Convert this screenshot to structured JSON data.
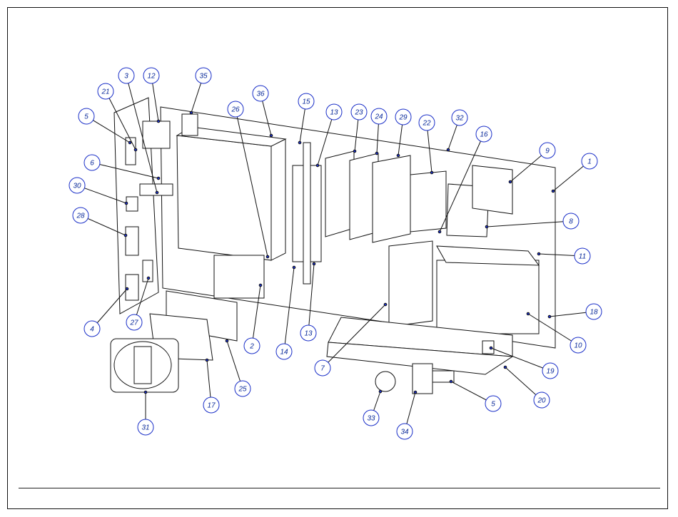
{
  "diagram": {
    "callout_color": "#1a2fc8",
    "line_color": "#111111",
    "callouts": [
      {
        "id": "c1",
        "text": "1"
      },
      {
        "id": "c2",
        "text": "2"
      },
      {
        "id": "c3",
        "text": "3"
      },
      {
        "id": "c4",
        "text": "4"
      },
      {
        "id": "c5a",
        "text": "5"
      },
      {
        "id": "c5b",
        "text": "5"
      },
      {
        "id": "c6",
        "text": "6"
      },
      {
        "id": "c7",
        "text": "7"
      },
      {
        "id": "c8",
        "text": "8"
      },
      {
        "id": "c9",
        "text": "9"
      },
      {
        "id": "c10",
        "text": "10"
      },
      {
        "id": "c11",
        "text": "11"
      },
      {
        "id": "c12",
        "text": "12"
      },
      {
        "id": "c13a",
        "text": "13"
      },
      {
        "id": "c13b",
        "text": "13"
      },
      {
        "id": "c14",
        "text": "14"
      },
      {
        "id": "c15",
        "text": "15"
      },
      {
        "id": "c16",
        "text": "16"
      },
      {
        "id": "c17",
        "text": "17"
      },
      {
        "id": "c18",
        "text": "18"
      },
      {
        "id": "c19",
        "text": "19"
      },
      {
        "id": "c20",
        "text": "20"
      },
      {
        "id": "c21",
        "text": "21"
      },
      {
        "id": "c22",
        "text": "22"
      },
      {
        "id": "c23",
        "text": "23"
      },
      {
        "id": "c24",
        "text": "24"
      },
      {
        "id": "c25",
        "text": "25"
      },
      {
        "id": "c26",
        "text": "26"
      },
      {
        "id": "c27",
        "text": "27"
      },
      {
        "id": "c28",
        "text": "28"
      },
      {
        "id": "c29",
        "text": "29"
      },
      {
        "id": "c30",
        "text": "30"
      },
      {
        "id": "c31",
        "text": "31"
      },
      {
        "id": "c32",
        "text": "32"
      },
      {
        "id": "c33",
        "text": "33"
      },
      {
        "id": "c34",
        "text": "34"
      },
      {
        "id": "c35",
        "text": "35"
      },
      {
        "id": "c36",
        "text": "36"
      }
    ]
  }
}
